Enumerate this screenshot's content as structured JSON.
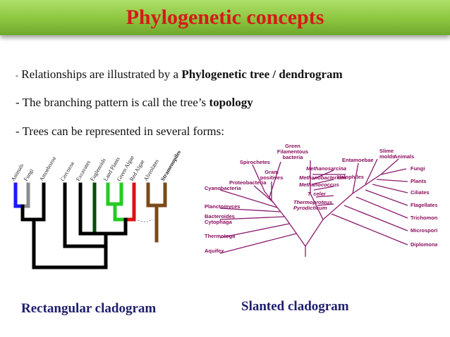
{
  "title": "Phylogenetic concepts",
  "bullets": [
    {
      "dash": "-",
      "text": " Relationships are illustrated by a ",
      "bold": "Phylogenetic tree / dendrogram"
    },
    {
      "dash": "-",
      "text": " The branching pattern is call the tree’s ",
      "bold": "topology"
    },
    {
      "dash": "-",
      "text": " Trees can be represented in several forms:",
      "bold": ""
    }
  ],
  "captions": {
    "rectangular": "Rectangular cladogram",
    "slanted": "Slanted cladogram"
  },
  "rect_cladogram": {
    "labels": [
      "Animals",
      "Fungi",
      "Amoebozoa",
      "Cercozoa",
      "Excavates",
      "Euglenoids",
      "Land Plants",
      "Green Algae",
      "Red Algae",
      "Alveolates",
      "Stramenopiles"
    ],
    "colors": {
      "animals": "#1a1aff",
      "fungi": "#8c8c8c",
      "green": "#22cc22",
      "red": "#dd1111",
      "brown": "#7a4a1a",
      "dark_green": "#0a4a0a",
      "black": "#000000"
    }
  },
  "slanted_cladogram": {
    "left_labels": [
      "Spirochetes",
      "Green Filamentous bacteria",
      "Gram positives",
      "Proteobacteria",
      "Cyanobacteria",
      "Planctomyces",
      "Bacteroides Cytophaga",
      "Thermotoga",
      "Aquifex"
    ],
    "archaea_labels": [
      "Methanosarcina",
      "Methanobacterium",
      "Methanococcus",
      "T. celer",
      "Thermoproteus",
      "Pyrodicticum",
      "Halophiles"
    ],
    "right_labels": [
      "Entamoebae",
      "Slime molds",
      "Animals",
      "Fungi",
      "Plants",
      "Ciliates",
      "Flagellates",
      "Trichomonads",
      "Microsporidia",
      "Diplomonads"
    ],
    "line_color": "#8a1a6e"
  }
}
